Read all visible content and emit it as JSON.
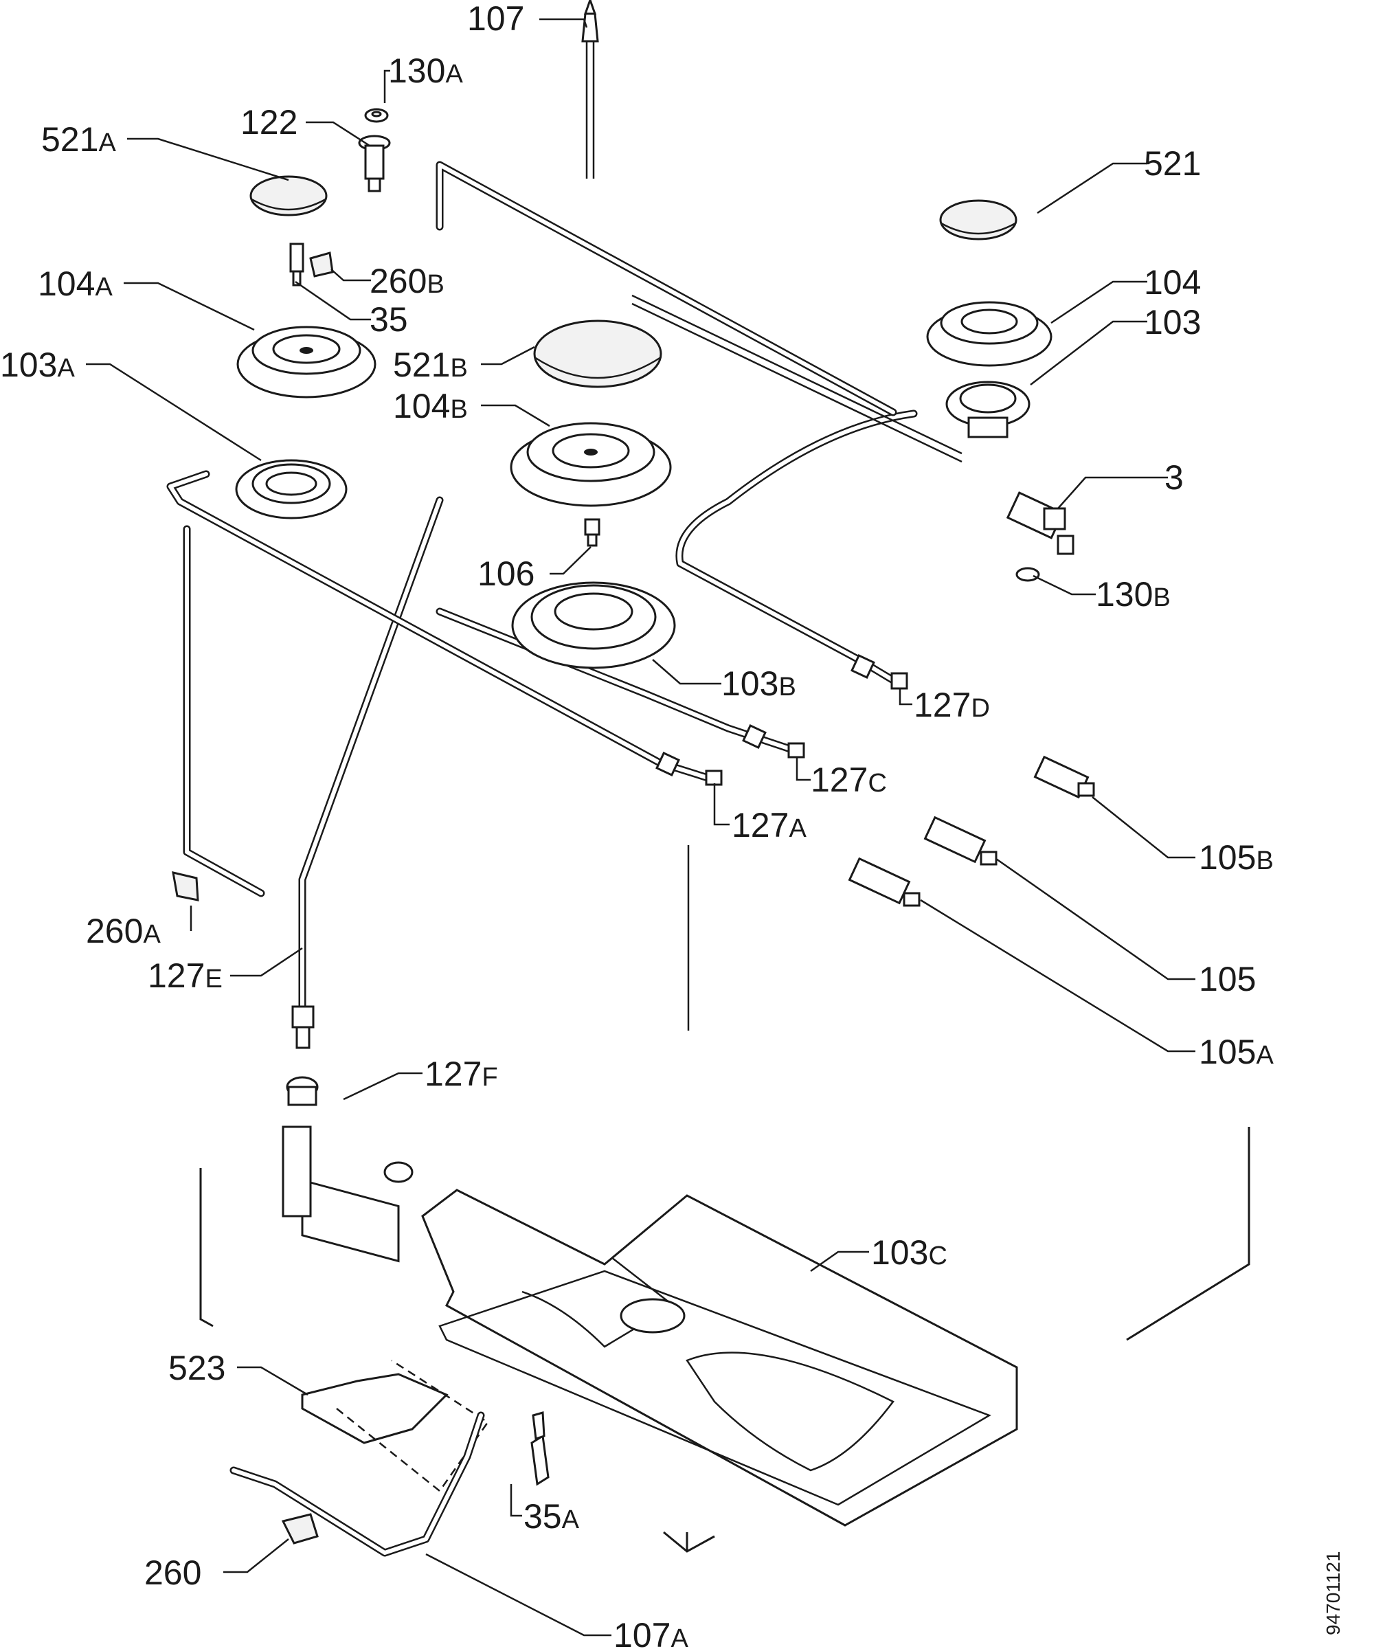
{
  "labels": {
    "l107": {
      "num": "107",
      "sfx": ""
    },
    "l130a": {
      "num": "130",
      "sfx": "A"
    },
    "l122": {
      "num": "122",
      "sfx": ""
    },
    "l521a": {
      "num": "521",
      "sfx": "A"
    },
    "l521": {
      "num": "521",
      "sfx": ""
    },
    "l104a": {
      "num": "104",
      "sfx": "A"
    },
    "l260b": {
      "num": "260",
      "sfx": "B"
    },
    "l35": {
      "num": "35",
      "sfx": ""
    },
    "l104": {
      "num": "104",
      "sfx": ""
    },
    "l103": {
      "num": "103",
      "sfx": ""
    },
    "l521b": {
      "num": "521",
      "sfx": "B"
    },
    "l103a": {
      "num": "103",
      "sfx": "A"
    },
    "l104b": {
      "num": "104",
      "sfx": "B"
    },
    "l3": {
      "num": "3",
      "sfx": ""
    },
    "l106": {
      "num": "106",
      "sfx": ""
    },
    "l130b": {
      "num": "130",
      "sfx": "B"
    },
    "l103b": {
      "num": "103",
      "sfx": "B"
    },
    "l127d": {
      "num": "127",
      "sfx": "D"
    },
    "l127c": {
      "num": "127",
      "sfx": "C"
    },
    "l127a": {
      "num": "127",
      "sfx": "A"
    },
    "l105b": {
      "num": "105",
      "sfx": "B"
    },
    "l260a": {
      "num": "260",
      "sfx": "A"
    },
    "l127e": {
      "num": "127",
      "sfx": "E"
    },
    "l105": {
      "num": "105",
      "sfx": ""
    },
    "l105a": {
      "num": "105",
      "sfx": "A"
    },
    "l127f": {
      "num": "127",
      "sfx": "F"
    },
    "l103c": {
      "num": "103",
      "sfx": "C"
    },
    "l523": {
      "num": "523",
      "sfx": ""
    },
    "l35a": {
      "num": "35",
      "sfx": "A"
    },
    "l260": {
      "num": "260",
      "sfx": ""
    },
    "l107a": {
      "num": "107",
      "sfx": "A"
    }
  },
  "document_number": "94701121",
  "colors": {
    "ink": "#1a1a1a",
    "paper": "#ffffff"
  }
}
